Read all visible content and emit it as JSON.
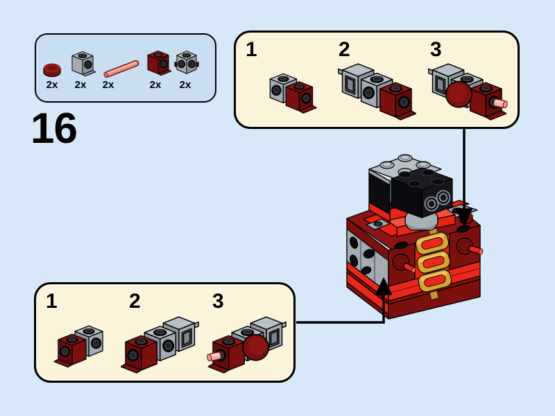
{
  "step": {
    "number": "16"
  },
  "parts_panel": {
    "items": [
      {
        "part": "round-tile-dark-red",
        "count": "2x"
      },
      {
        "part": "headlight-brick-gray",
        "count": "2x"
      },
      {
        "part": "bar-coral",
        "count": "2x"
      },
      {
        "part": "headlight-brick-dark-red",
        "count": "2x"
      },
      {
        "part": "brick-4-side-studs-gray",
        "count": "2x"
      }
    ]
  },
  "callout_top_right": {
    "steps": [
      {
        "label": "1"
      },
      {
        "label": "2"
      },
      {
        "label": "3"
      }
    ]
  },
  "callout_bottom_left": {
    "steps": [
      {
        "label": "1"
      },
      {
        "label": "2"
      },
      {
        "label": "3"
      }
    ]
  },
  "colors": {
    "page_bg": "#d7e9f8",
    "parts_panel_bg": "#c9def1",
    "callout_bg": "#fcf4da",
    "outline": "#000000",
    "dark_red": "#7c100e",
    "bright_red": "#e8281a",
    "gold": "#d9a433",
    "light_gray": "#a4abb2",
    "coral": "#e6887e"
  }
}
